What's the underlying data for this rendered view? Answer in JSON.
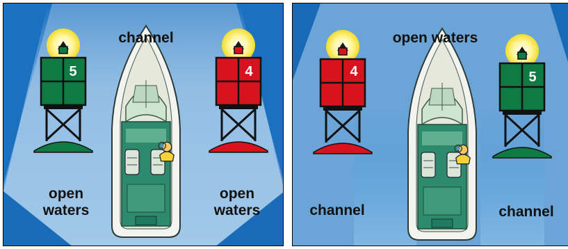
{
  "left_panel": {
    "top_label": "channel",
    "bottom_left_label": "open\nwaters",
    "bottom_right_label": "open\nwaters",
    "green_buoy_number": "5",
    "red_buoy_number": "4"
  },
  "right_panel": {
    "top_label": "open waters",
    "bottom_left_label": "channel",
    "bottom_right_label": "channel",
    "red_buoy_number": "4",
    "green_buoy_number": "5"
  },
  "colors": {
    "water_dark": "#1a6fc0",
    "water_light": "#cfe6f7",
    "green_buoy": "#0f7a42",
    "red_buoy": "#d8121e",
    "light_glow": "#fff27a",
    "boat_hull": "#f2f2ee"
  }
}
